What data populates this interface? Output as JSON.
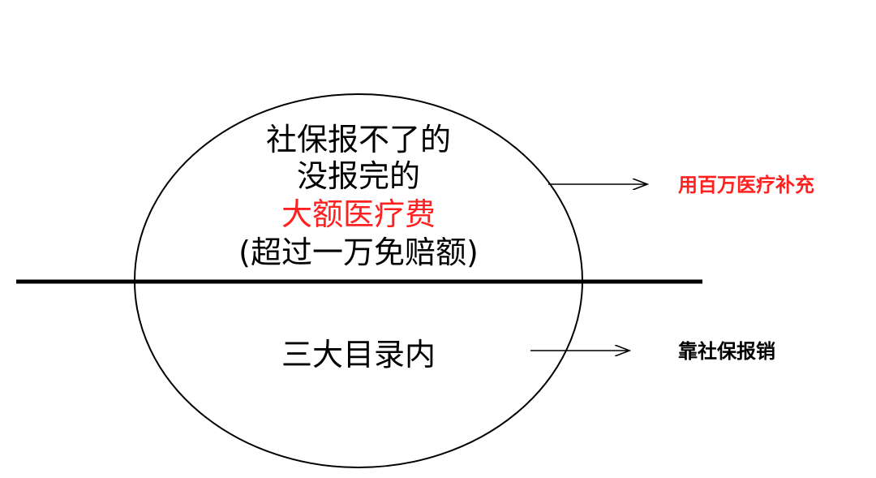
{
  "diagram": {
    "upper_lines": {
      "line1": "社保报不了的",
      "line2": "没报完的",
      "line3": "大额医疗费",
      "line4": "(超过一万免赔额)"
    },
    "lower_text": "三大目录内",
    "upper_label": "用百万医疗补充",
    "lower_label": "靠社保报销"
  },
  "colors": {
    "highlight": "#ff2020",
    "text": "#000000",
    "line": "#000000"
  }
}
